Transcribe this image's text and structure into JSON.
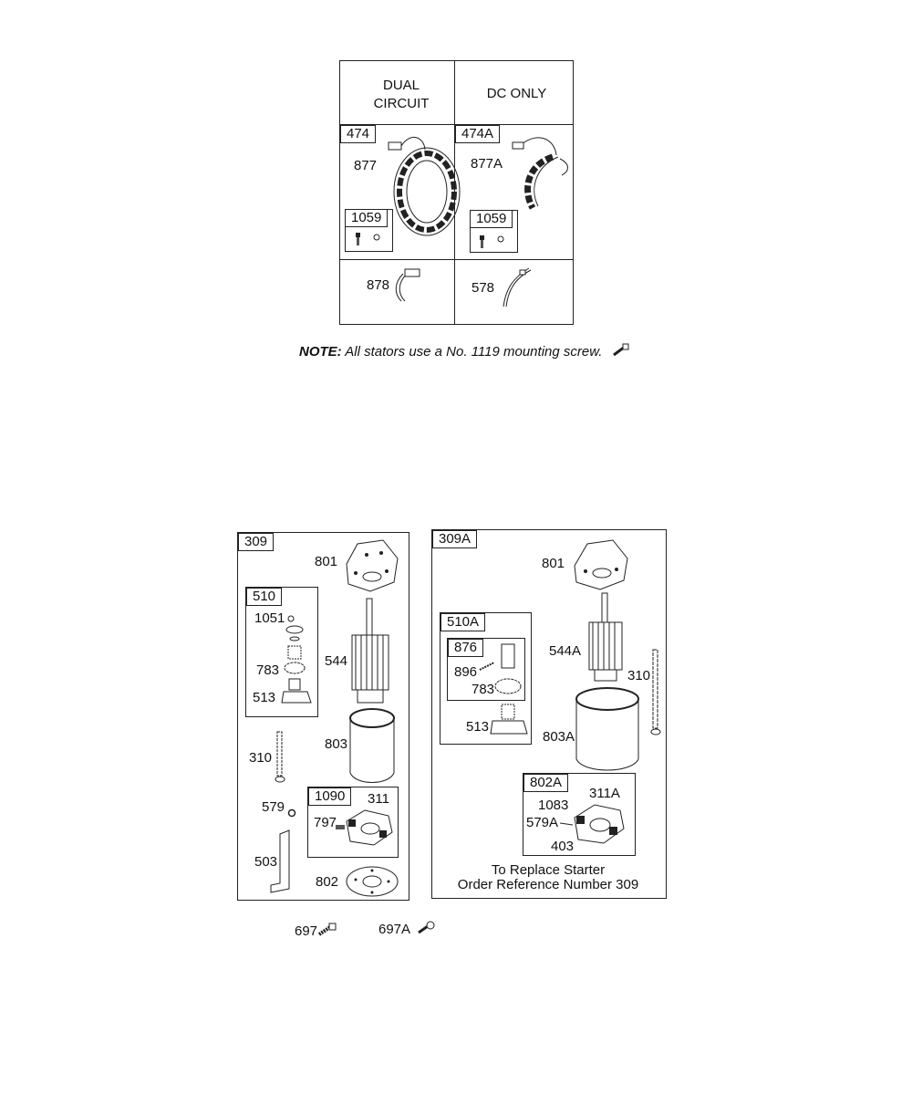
{
  "stator_table": {
    "col_left_header": "DUAL\nCIRCUIT",
    "col_right_header": "DC ONLY",
    "left": {
      "kit_tag": "474",
      "stator_label": "877",
      "hardware_tag": "1059",
      "wire_label": "878"
    },
    "right": {
      "kit_tag": "474A",
      "stator_label": "877A",
      "hardware_tag": "1059",
      "wire_label": "578"
    }
  },
  "note": {
    "prefix": "NOTE:",
    "text": "All stators use a No. 1119 mounting screw."
  },
  "starter_left": {
    "assembly_tag": "309",
    "drive_kit_tag": "510",
    "brush_kit_tag": "1090",
    "labels": {
      "bracket": "801",
      "clip": "1051",
      "gear": "783",
      "pinion": "513",
      "armature": "544",
      "housing": "803",
      "bolt": "310",
      "nut": "579",
      "brush_holder": "311",
      "brush_screw": "797",
      "shield": "503",
      "end_cap": "802"
    }
  },
  "starter_right": {
    "assembly_tag": "309A",
    "drive_kit_tag": "510A",
    "sub_kit_tag": "876",
    "end_cap_kit_tag": "802A",
    "labels": {
      "bracket": "801",
      "armature": "544A",
      "bolt": "310",
      "pin": "896",
      "gear": "783",
      "pinion": "513",
      "housing": "803A",
      "brush_holder": "311A",
      "washer": "1083",
      "nut": "579A",
      "screw": "403"
    },
    "footnote_line1": "To Replace Starter",
    "footnote_line2": "Order Reference Number 309"
  },
  "screws": {
    "left_label": "697",
    "right_label": "697A"
  }
}
